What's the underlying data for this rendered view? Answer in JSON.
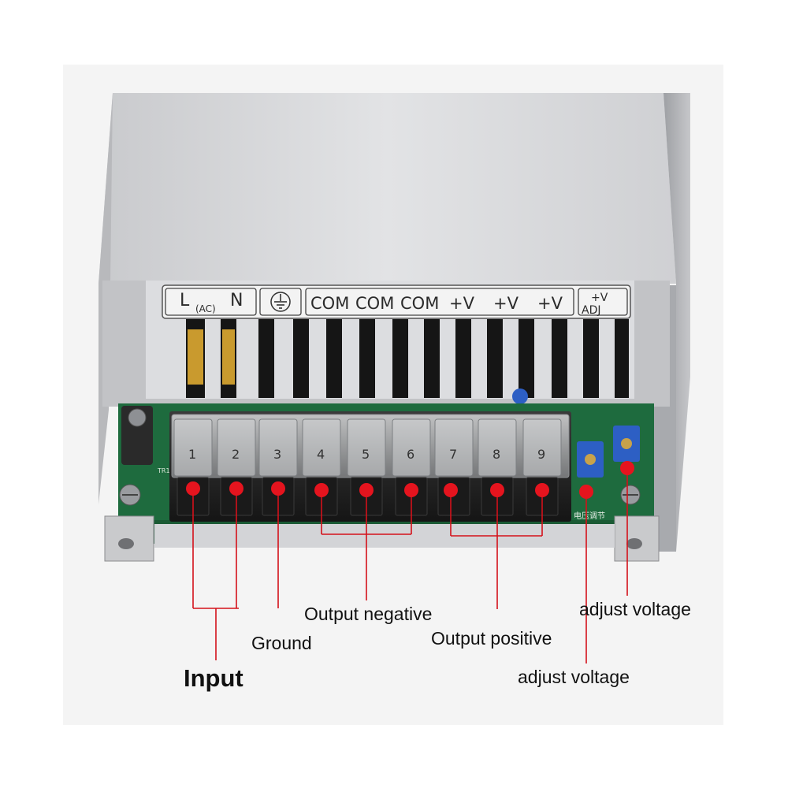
{
  "panel_labels": {
    "ac_L": "L",
    "ac_sub": "(AC)",
    "ac_N": "N",
    "com": [
      "COM",
      "COM",
      "COM"
    ],
    "vplus": [
      "+V",
      "+V",
      "+V"
    ],
    "adj_top": "+V",
    "adj_bottom": "ADJ"
  },
  "terminal_numbers": [
    "1",
    "2",
    "3",
    "4",
    "5",
    "6",
    "7",
    "8",
    "9"
  ],
  "pcb_text": {
    "tr": "TR1",
    "chinese": "电压调节"
  },
  "annotations": {
    "input": "Input",
    "ground": "Ground",
    "output_negative": "Output negative",
    "output_positive": "Output positive",
    "adjust_voltage_top": "adjust voltage",
    "adjust_voltage_bottom": "adjust voltage"
  },
  "colors": {
    "marker": "#e5141e",
    "leader": "#d4111a",
    "housing": "#d9dadd",
    "terminal": "#1d1d1d",
    "pcb": "#1e6b3e",
    "trimmer": "#2d5fc4"
  }
}
